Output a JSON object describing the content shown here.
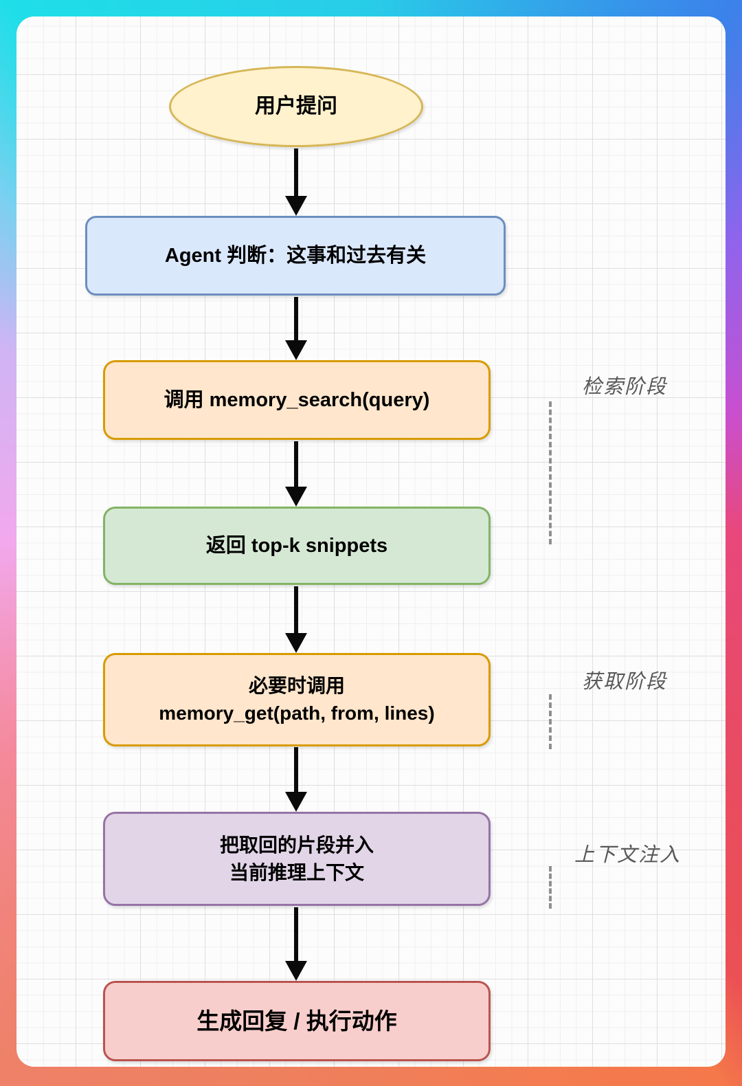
{
  "frame": {
    "gradient_colors": [
      "#1fdee8",
      "#29cce8",
      "#3b82ea",
      "#8f64ec",
      "#c94fd0",
      "#e8487c",
      "#e84b63",
      "#f4784a",
      "#ef7f5a",
      "#ee8168",
      "#f4899b",
      "#f2a8ec",
      "#d0b4f4"
    ],
    "canvas_background": "#fcfcfc",
    "grid_minor_color": "#efefef",
    "grid_major_color": "#dedede"
  },
  "flowchart": {
    "nodes": [
      {
        "id": "user-question",
        "shape": "ellipse",
        "label": "用户提问",
        "fill": "#FFF2CC",
        "border": "#D6B656"
      },
      {
        "id": "agent-judgment",
        "shape": "rect",
        "label": "Agent 判断：这事和过去有关",
        "fill": "#DAE8FC",
        "border": "#6C8EBF"
      },
      {
        "id": "memory-search",
        "shape": "rect",
        "label": "调用 memory_search(query)",
        "fill": "#FFE6CC",
        "border": "#D79B00"
      },
      {
        "id": "topk-snippets",
        "shape": "rect",
        "label": "返回 top-k snippets",
        "fill": "#D5E8D4",
        "border": "#82B366"
      },
      {
        "id": "memory-get",
        "shape": "rect",
        "lines": [
          "必要时调用",
          "memory_get(path, from, lines)"
        ],
        "fill": "#FFE6CC",
        "border": "#D79B00"
      },
      {
        "id": "context-merge",
        "shape": "rect",
        "lines": [
          "把取回的片段并入",
          "当前推理上下文"
        ],
        "fill": "#E1D5E7",
        "border": "#9673A6"
      },
      {
        "id": "generate-response",
        "shape": "rect",
        "label": "生成回复 / 执行动作",
        "fill": "#F8CECC",
        "border": "#B85450"
      }
    ],
    "annotations": [
      {
        "id": "retrieval-phase",
        "label": "检索阶段",
        "color": "#585858"
      },
      {
        "id": "fetch-phase",
        "label": "获取阶段",
        "color": "#585858"
      },
      {
        "id": "context-inject",
        "label": "上下文注入",
        "color": "#585858"
      }
    ],
    "arrow_color": "#0a0a0a"
  }
}
